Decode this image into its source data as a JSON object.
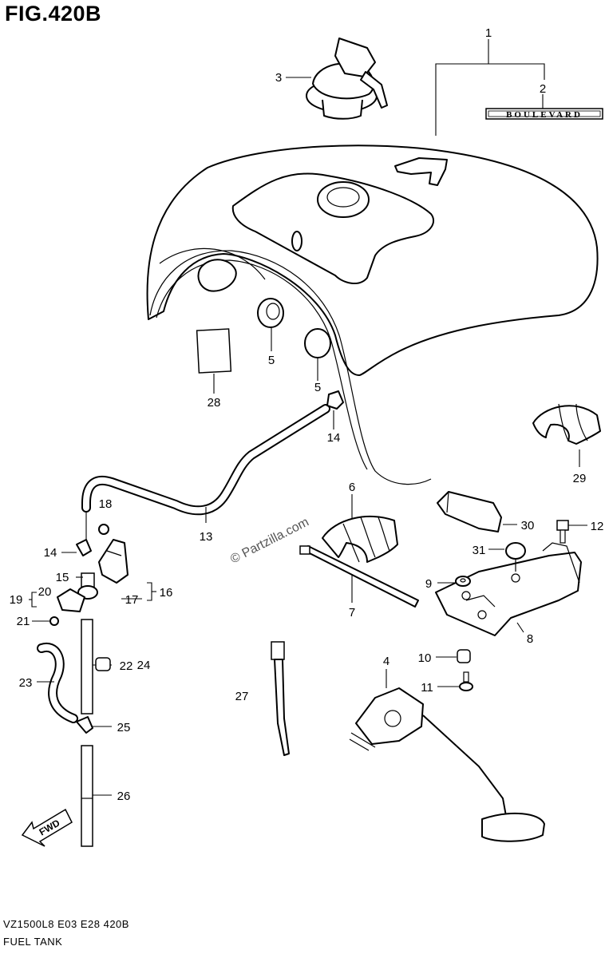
{
  "figure_title": "FIG.420B",
  "footer": {
    "model_code": "VZ1500L8  E03  E28  420B",
    "section_name": "FUEL TANK"
  },
  "emblem_text": "BOULEVARD",
  "fwd_text": "FWD",
  "watermark": "© Partzilla.com",
  "callouts": {
    "n1": "1",
    "n2": "2",
    "n3": "3",
    "n4": "4",
    "n5a": "5",
    "n5b": "5",
    "n6": "6",
    "n7": "7",
    "n8": "8",
    "n9": "9",
    "n10": "10",
    "n11": "11",
    "n12": "12",
    "n13": "13",
    "n14a": "14",
    "n14b": "14",
    "n15": "15",
    "n16": "16",
    "n17": "17",
    "n18": "18",
    "n19": "19",
    "n20": "20",
    "n21": "21",
    "n22": "22",
    "n23": "23",
    "n24": "24",
    "n25": "25",
    "n26": "26",
    "n27": "27",
    "n28": "28",
    "n29": "29",
    "n30": "30",
    "n31": "31"
  }
}
